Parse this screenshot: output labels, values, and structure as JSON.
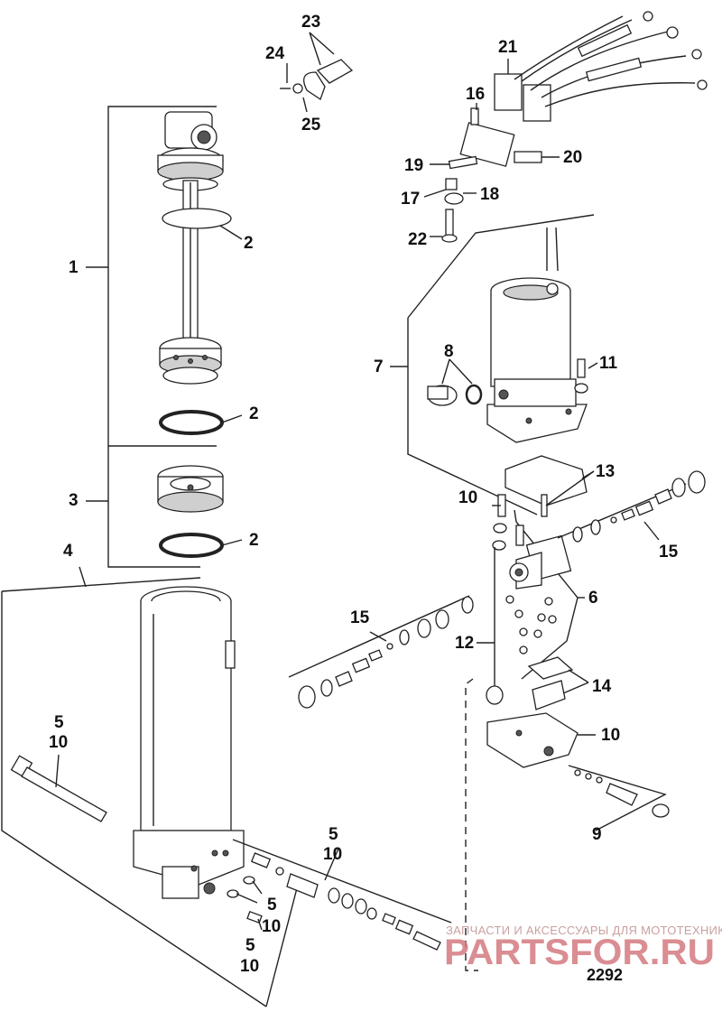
{
  "callouts": {
    "c1": "1",
    "c2a": "2",
    "c2b": "2",
    "c2c": "2",
    "c3": "3",
    "c4": "4",
    "c5a": "5",
    "c10a": "10",
    "c5b": "5",
    "c10b": "10",
    "c5c": "5",
    "c10c": "10",
    "c5d": "5",
    "c10d": "10",
    "c6": "6",
    "c7": "7",
    "c8": "8",
    "c9": "9",
    "c10e": "10",
    "c10f": "10",
    "c11": "11",
    "c12": "12",
    "c13": "13",
    "c14": "14",
    "c15a": "15",
    "c15b": "15",
    "c16": "16",
    "c17": "17",
    "c18": "18",
    "c19": "19",
    "c20": "20",
    "c21": "21",
    "c22": "22",
    "c23": "23",
    "c24": "24",
    "c25": "25"
  },
  "diagram_code": "2292",
  "watermark": {
    "tagline": "ЗАПЧАСТИ И АКСЕССУАРЫ ДЛЯ МОТОТЕХНИКИ",
    "logo": "PARTSFOR.RU"
  }
}
